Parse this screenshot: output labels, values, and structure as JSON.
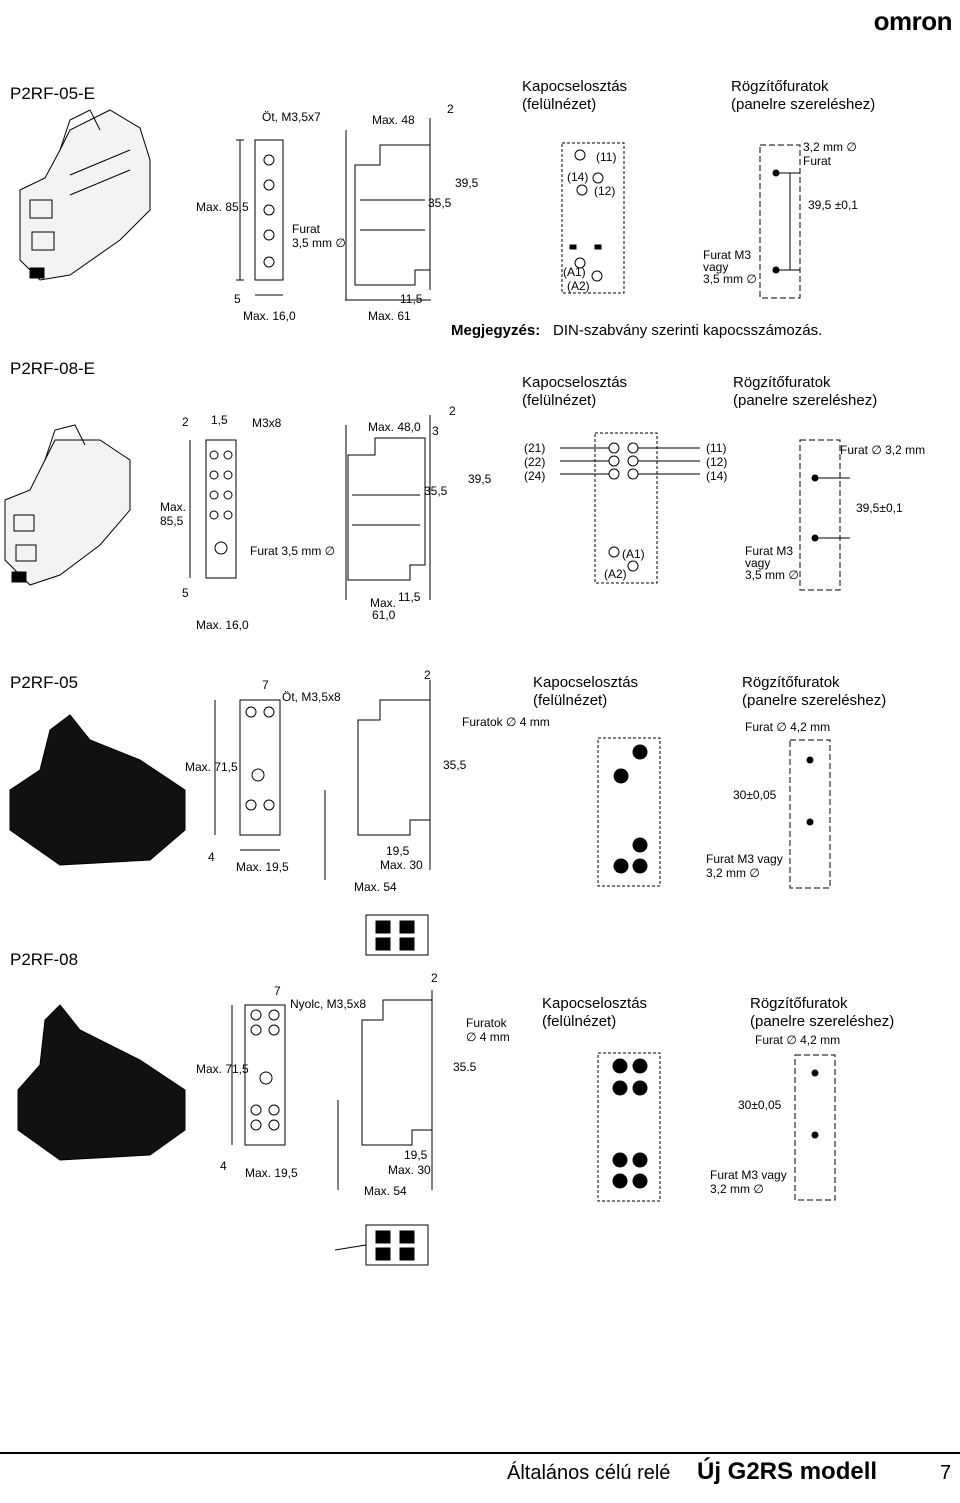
{
  "brand": "omron",
  "footer": {
    "series": "Általános célú relé",
    "model": "Új G2RS modell",
    "page": "7"
  },
  "sections": {
    "s1": {
      "title": "P2RF-05-E",
      "labels": {
        "screw": "Öt, M3,5x7",
        "max48": "Max. 48",
        "two": "2",
        "h395": "39,5",
        "h355": "35,5",
        "max855": "Max. 85,5",
        "hole_l1": "Furat",
        "hole_l2": "3,5 mm ∅",
        "five": "5",
        "max16": "Max. 16,0",
        "w115": "11,5",
        "max61": "Max. 61"
      },
      "layout_title_l1": "Kapocselosztás",
      "layout_title_l2": "(felülnézet)",
      "layout": {
        "t11": "(11)",
        "t14": "(14)",
        "t12": "(12)",
        "a1": "(A1)",
        "a2": "(A2)"
      },
      "mount_title_l1": "Rögzítőfuratok",
      "mount_title_l2": "(panelre szereléshez)",
      "mount": {
        "hole_l1": "3,2 mm ∅",
        "hole_l2": "Furat",
        "dist": "39,5 ±0,1",
        "m3_l1": "Furat M3",
        "m3_l2": "vagy",
        "m3_l3": "3,5 mm ∅"
      },
      "note_label": "Megjegyzés:",
      "note_text": "DIN-szabvány szerinti kapocsszámozás."
    },
    "s2": {
      "title": "P2RF-08-E",
      "labels": {
        "two": "2",
        "w15": "1,5",
        "screw": "M3x8",
        "max480": "Max. 48,0",
        "two_b": "2",
        "three": "3",
        "h395": "39,5",
        "h355": "35,5",
        "max_l1": "Max.",
        "max_l2": "85,5",
        "hole": "Furat 3,5 mm ∅",
        "five": "5",
        "max16": "Max. 16,0",
        "w115": "11,5",
        "max610_l1": "Max.",
        "max610_l2": "61,0"
      },
      "layout_title_l1": "Kapocselosztás",
      "layout_title_l2": "(felülnézet)",
      "layout": {
        "t21": "(21)",
        "t22": "(22)",
        "t24": "(24)",
        "t11": "(11)",
        "t12": "(12)",
        "t14": "(14)",
        "a1": "(A1)",
        "a2": "(A2)"
      },
      "mount_title_l1": "Rögzítőfuratok",
      "mount_title_l2": "(panelre szereléshez)",
      "mount": {
        "hole": "Furat ∅ 3,2 mm",
        "dist": "39,5±0,1",
        "m3_l1": "Furat M3",
        "m3_l2": "vagy",
        "m3_l3": "3,5 mm ∅"
      }
    },
    "s3": {
      "title": "P2RF-05",
      "labels": {
        "seven": "7",
        "screw": "Öt, M3,5x8",
        "two": "2",
        "holes": "Furatok ∅ 4 mm",
        "max715": "Max. 71,5",
        "h355": "35,5",
        "four": "4",
        "max195": "Max. 19,5",
        "w195": "19,5",
        "max30": "Max. 30",
        "max54": "Max. 54"
      },
      "layout_title_l1": "Kapocselosztás",
      "layout_title_l2": "(felülnézet)",
      "mount_title_l1": "Rögzítőfuratok",
      "mount_title_l2": "(panelre szereléshez)",
      "mount": {
        "hole": "Furat ∅ 4,2 mm",
        "dist": "30±0,05",
        "m3_l1": "Furat M3 vagy",
        "m3_l2": "3,2 mm ∅"
      }
    },
    "s4": {
      "title": "P2RF-08",
      "labels": {
        "seven": "7",
        "screw": "Nyolc, M3,5x8",
        "two": "2",
        "holes_l1": "Furatok",
        "holes_l2": "∅ 4 mm",
        "max715": "Max. 71,5",
        "h355": "35.5",
        "four": "4",
        "max195": "Max. 19,5",
        "w195": "19,5",
        "max30": "Max. 30",
        "max54": "Max. 54"
      },
      "layout_title_l1": "Kapocselosztás",
      "layout_title_l2": "(felülnézet)",
      "mount_title_l1": "Rögzítőfuratok",
      "mount_title_l2": "(panelre szereléshez)",
      "mount": {
        "hole": "Furat ∅ 4,2 mm",
        "dist": "30±0,05",
        "m3_l1": "Furat M3 vagy",
        "m3_l2": "3,2 mm ∅"
      }
    }
  }
}
